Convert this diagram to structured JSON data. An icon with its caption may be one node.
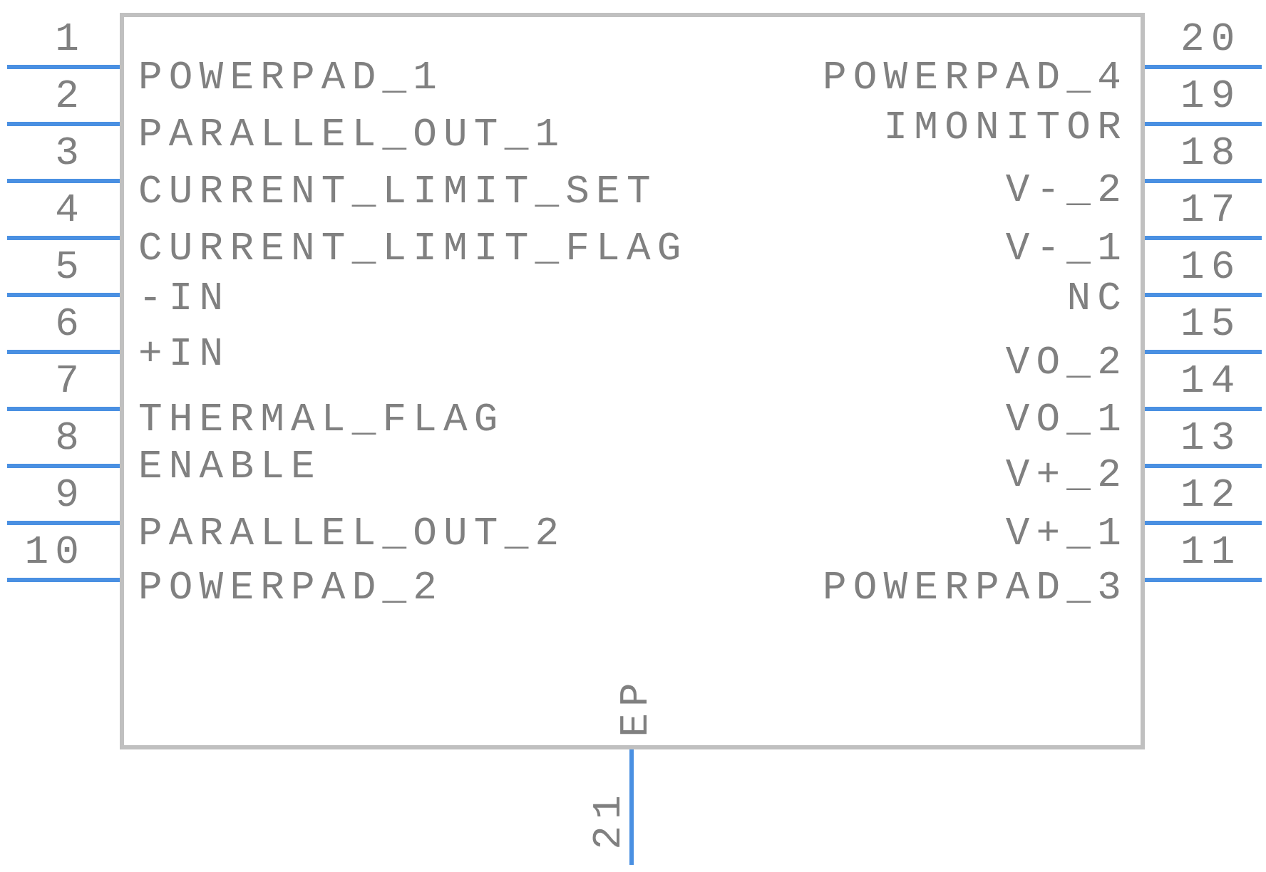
{
  "diagram": {
    "nodes": [
      {
        "text": [],
        "shape": "box"
      }
    ],
    "labels": [
      "1",
      "2",
      "3",
      "4",
      "5",
      "6",
      "7",
      "8",
      "9",
      "10",
      "11",
      "12",
      "13",
      "14",
      "15",
      "16",
      "17",
      "18",
      "19",
      "20",
      "21",
      "POWERPAD_1",
      "PARALLEL_OUT_1",
      "CURRENT_LIMIT_SET",
      "CURRENT_LIMIT_FLAG",
      "-IN",
      "+IN",
      "THERMAL_FLAG",
      "ENABLE",
      "PARALLEL_OUT_2",
      "POWERPAD_2",
      "POWERPAD_3",
      "V+_1",
      "V+_2",
      "VO_1",
      "VO_2",
      "NC",
      "V-_1",
      "V-_2",
      "IMONITOR",
      "POWERPAD_4",
      "EP"
    ]
  }
}
